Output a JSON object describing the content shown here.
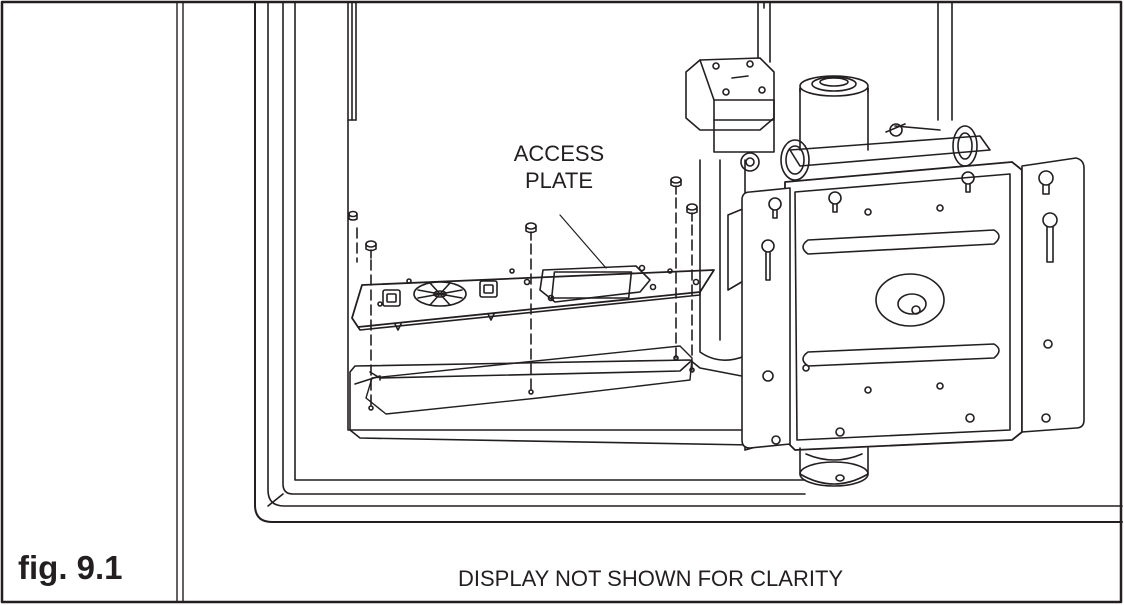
{
  "figure": {
    "label": "fig. 9.1",
    "caption": "DISPLAY NOT SHOWN FOR CLARITY"
  },
  "callout": {
    "line1": "ACCESS",
    "line2": "PLATE"
  },
  "icons": {
    "screw": "screw-icon",
    "vent": "vent-grille-icon"
  },
  "colors": {
    "line": "#231f20",
    "background": "#ffffff",
    "shade": "#bcbec0"
  }
}
